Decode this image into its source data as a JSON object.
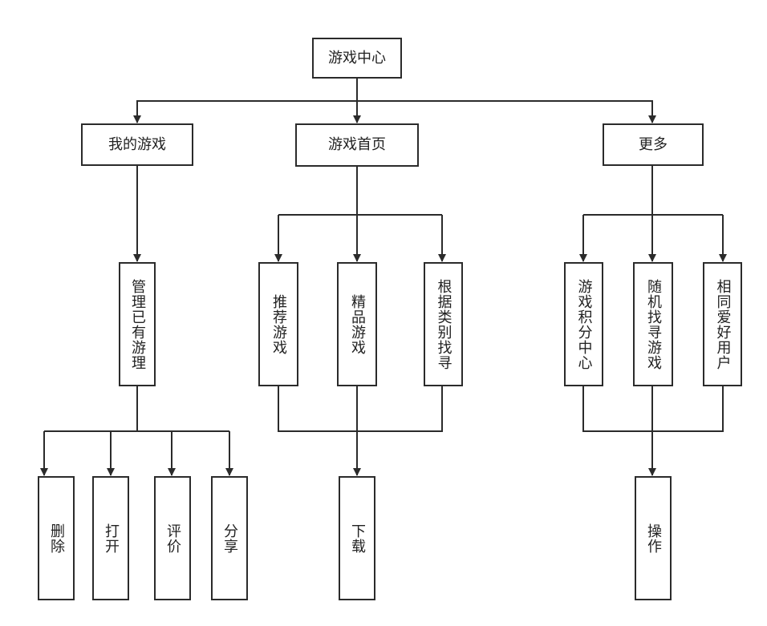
{
  "diagram": {
    "root": "游戏中心",
    "level1": {
      "my_games": "我的游戏",
      "home": "游戏首页",
      "more": "更多"
    },
    "level2": {
      "manage": "管理已有游理",
      "recommend": "推荐游戏",
      "featured": "精品游戏",
      "by_category": "根据类别找寻",
      "points": "游戏积分中心",
      "random": "随机找寻游戏",
      "same_hobby": "相同爱好用户"
    },
    "level3": {
      "delete": "删除",
      "open": "打开",
      "review": "评价",
      "share": "分享",
      "download": "下载",
      "operate": "操作"
    }
  }
}
